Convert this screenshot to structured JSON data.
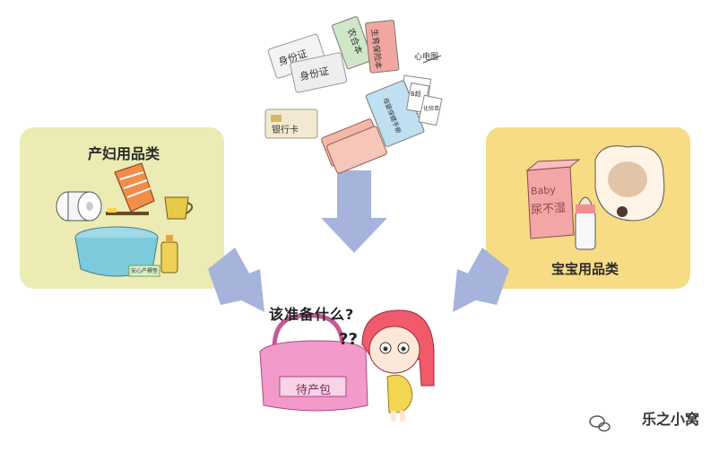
{
  "labels": {
    "maternity_supplies": "产妇用品类",
    "baby_supplies": "宝宝用品类",
    "question": "该准备什么?",
    "question_marks": "??",
    "hospital_bag": "待产包",
    "watermark": "乐之小窝"
  },
  "documents": {
    "id_card_1": "身份证",
    "id_card_2": "身份证",
    "rural_insurance": "农合本",
    "birth_insurance": "生育保险本",
    "ecg": "心电图",
    "bank_card": "银行卡",
    "maternal_handbook": "母婴保健手册",
    "report_1": "B超",
    "report_2": "化验单"
  },
  "baby_items": {
    "diaper_brand": "Baby",
    "diaper_text": "尿不湿"
  },
  "maternity_items": {
    "pad_label": "安心产褥垫"
  },
  "colors": {
    "left_panel": "#ecebb4",
    "right_panel": "#f7dc85",
    "arrows": "#a6b4dc",
    "bag": "#f29ac9",
    "hair": "#f05a6a"
  }
}
